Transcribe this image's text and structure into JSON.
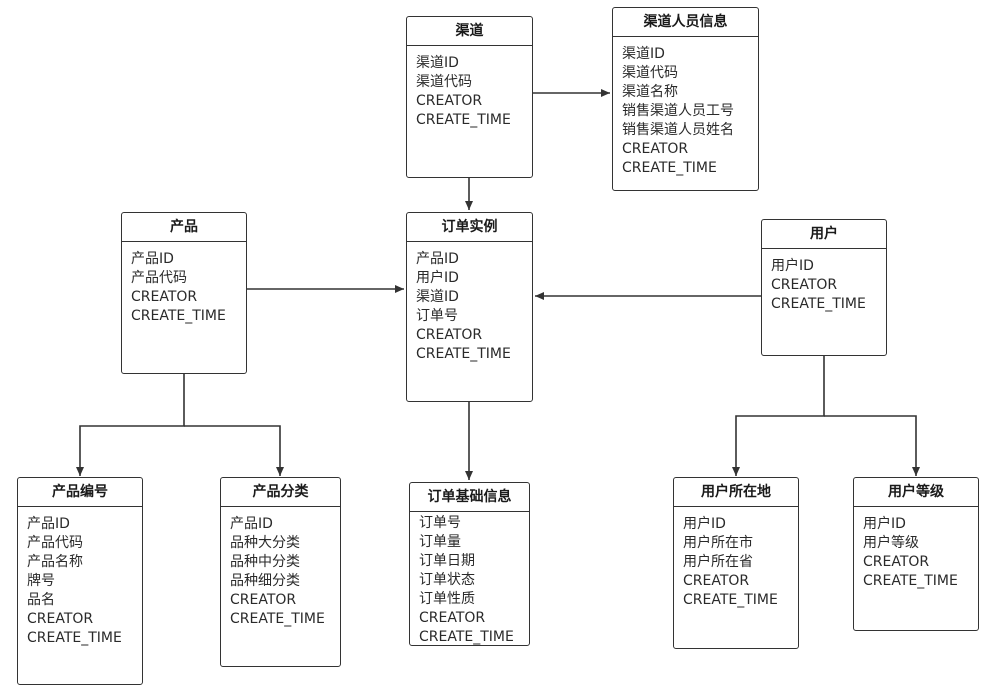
{
  "entities": {
    "channel": {
      "name": "渠道",
      "fields": [
        "渠道ID",
        "渠道代码",
        "CREATOR",
        "CREATE_TIME"
      ]
    },
    "channel_staff": {
      "name": "渠道人员信息",
      "fields": [
        "渠道ID",
        "渠道代码",
        "渠道名称",
        "销售渠道人员工号",
        "销售渠道人员姓名",
        "CREATOR",
        "CREATE_TIME"
      ]
    },
    "product": {
      "name": "产品",
      "fields": [
        "产品ID",
        "产品代码",
        "CREATOR",
        "CREATE_TIME"
      ]
    },
    "order_instance": {
      "name": "订单实例",
      "fields": [
        "产品ID",
        "用户ID",
        "渠道ID",
        "订单号",
        "CREATOR",
        "CREATE_TIME"
      ]
    },
    "user": {
      "name": "用户",
      "fields": [
        "用户ID",
        "CREATOR",
        "CREATE_TIME"
      ]
    },
    "product_number": {
      "name": "产品编号",
      "fields": [
        "产品ID",
        "产品代码",
        "产品名称",
        "牌号",
        "品名",
        "CREATOR",
        "CREATE_TIME"
      ]
    },
    "product_category": {
      "name": "产品分类",
      "fields": [
        "产品ID",
        "品种大分类",
        "品种中分类",
        "品种细分类",
        "CREATOR",
        "CREATE_TIME"
      ]
    },
    "order_basic": {
      "name": "订单基础信息",
      "fields": [
        "订单号",
        "订单量",
        "订单日期",
        "订单状态",
        "订单性质",
        "CREATOR",
        "CREATE_TIME"
      ]
    },
    "user_location": {
      "name": "用户所在地",
      "fields": [
        "用户ID",
        "用户所在市",
        "用户所在省",
        "CREATOR",
        "CREATE_TIME"
      ]
    },
    "user_level": {
      "name": "用户等级",
      "fields": [
        "用户ID",
        "用户等级",
        "CREATOR",
        "CREATE_TIME"
      ]
    }
  },
  "relationships": [
    {
      "from": "channel",
      "to": "channel_staff"
    },
    {
      "from": "channel",
      "to": "order_instance"
    },
    {
      "from": "product",
      "to": "order_instance"
    },
    {
      "from": "user",
      "to": "order_instance"
    },
    {
      "from": "order_instance",
      "to": "order_basic"
    },
    {
      "from": "product",
      "to": "product_number"
    },
    {
      "from": "product",
      "to": "product_category"
    },
    {
      "from": "user",
      "to": "user_location"
    },
    {
      "from": "user",
      "to": "user_level"
    }
  ],
  "colors": {
    "stroke": "#333333",
    "text": "#262626",
    "background": "#ffffff"
  }
}
